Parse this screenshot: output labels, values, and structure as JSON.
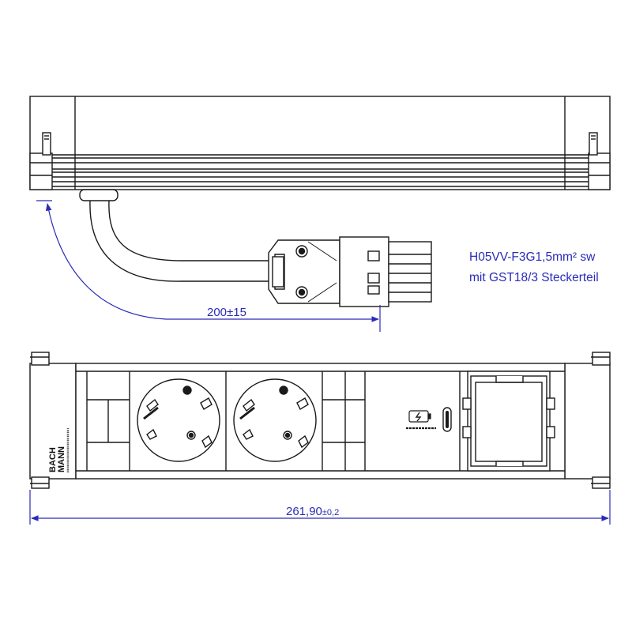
{
  "dimensions": {
    "cable_length": "200±15",
    "total_width_value": "261,90",
    "total_width_tolerance": "±0,2"
  },
  "cable_note": {
    "line1": "H05VV-F3G1,5mm² sw",
    "line2": "mit GST18/3 Steckerteil"
  },
  "brand": {
    "logo_line1": "BACH",
    "logo_line2": "MANN"
  },
  "colors": {
    "dimension": "#2b2bb8",
    "line": "#1a1a1a"
  },
  "icons": [
    "socket-icon",
    "usb-charger-icon",
    "usb-c-port-icon",
    "blank-module-icon",
    "plug-connector-icon"
  ]
}
